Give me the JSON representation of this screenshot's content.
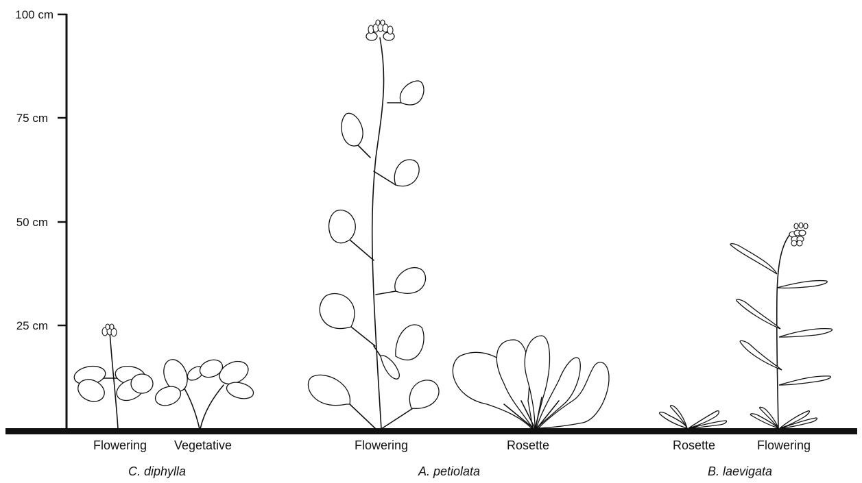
{
  "scale": {
    "ticks": [
      {
        "value": 100,
        "label": "100 cm"
      },
      {
        "value": 75,
        "label": "75 cm"
      },
      {
        "value": 50,
        "label": "50 cm"
      },
      {
        "value": 25,
        "label": "25 cm"
      }
    ]
  },
  "species": [
    {
      "name": "C. diphylla",
      "stages": [
        {
          "label": "Flowering",
          "height_cm": 24
        },
        {
          "label": "Vegetative",
          "height_cm": 16
        }
      ]
    },
    {
      "name": "A. petiolata",
      "stages": [
        {
          "label": "Flowering",
          "height_cm": 97
        },
        {
          "label": "Rosette",
          "height_cm": 22
        }
      ]
    },
    {
      "name": "B. laevigata",
      "stages": [
        {
          "label": "Rosette",
          "height_cm": 4
        },
        {
          "label": "Flowering",
          "height_cm": 50
        }
      ]
    }
  ]
}
